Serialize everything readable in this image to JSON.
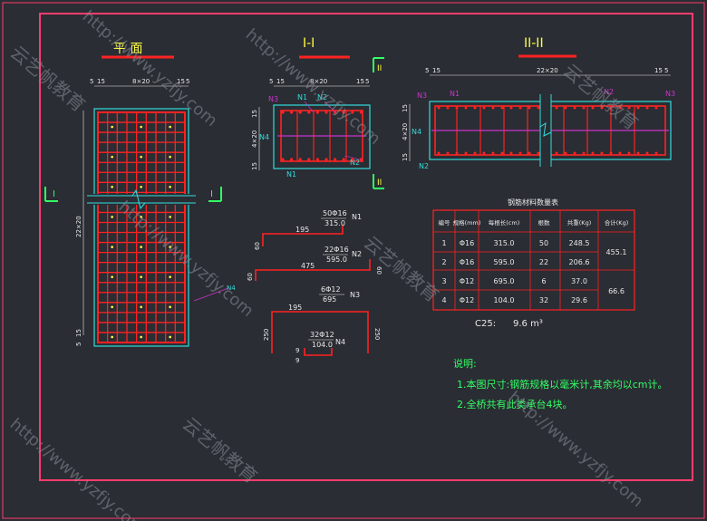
{
  "titles": {
    "plan": "平  面",
    "section1": "I-I",
    "section2": "II-II"
  },
  "section_marks": {
    "left": "I",
    "right": "I",
    "top": "II",
    "bottom": "II"
  },
  "plan_dims": {
    "top_a": "5",
    "top_b": "15",
    "top_mid": "8×20",
    "top_c": "15",
    "top_d": "5",
    "side_long": "22×20",
    "side_a": "5",
    "side_b": "15"
  },
  "sec1_dims": {
    "top_a": "5",
    "top_b": "15",
    "top_mid": "8×20",
    "top_c": "15",
    "top_d": "5",
    "side_a": "15",
    "side_mid": "4×20",
    "side_b": "15"
  },
  "sec2_dims": {
    "top_a": "5",
    "top_b": "15",
    "top_mid": "22×20",
    "top_c": "15",
    "top_d": "5",
    "side_a": "15",
    "side_mid": "4×20",
    "side_b": "15"
  },
  "labels": {
    "N1": "N1",
    "N2": "N2",
    "N3": "N3",
    "N4": "N4"
  },
  "bars": [
    {
      "spec": "50Φ16",
      "length": "315.0",
      "label": "N1",
      "dim_a": "195"
    },
    {
      "spec": "22Φ16",
      "length": "595.0",
      "label": "N2",
      "dim_a": "475",
      "hook": "60"
    },
    {
      "spec": "6Φ12",
      "length": "695",
      "label": "N3",
      "dim_a": "195",
      "hook": "250"
    },
    {
      "spec": "32Φ12",
      "length": "104.0",
      "label": "N4",
      "hook": "9"
    }
  ],
  "bar_hooks": {
    "n1_left": "60",
    "n2_left": "60",
    "n2_right": "60",
    "n3_left": "250",
    "n3_right": "250",
    "n4_a": "9",
    "n4_b": "9"
  },
  "table": {
    "title": "钢筋材料数量表",
    "headers": [
      "编号",
      "规格(mm)",
      "每根长(cm)",
      "根数",
      "共重(Kg)",
      "合计(Kg)"
    ],
    "rows": [
      [
        "1",
        "Φ16",
        "315.0",
        "50",
        "248.5"
      ],
      [
        "2",
        "Φ16",
        "595.0",
        "22",
        "206.6"
      ],
      [
        "3",
        "Φ12",
        "695.0",
        "6",
        "37.0"
      ],
      [
        "4",
        "Φ12",
        "104.0",
        "32",
        "29.6"
      ]
    ],
    "totals": [
      "455.1",
      "66.6"
    ],
    "concrete_label": "C25:",
    "concrete_value": "9.6 m³"
  },
  "notes": {
    "heading": "说明:",
    "items": [
      "1.本图尺寸:钢筋规格以毫米计,其余均以cm计。",
      "2.全桥共有此类承台4块。"
    ]
  },
  "watermark": {
    "url": "http://www.yzfjy.com",
    "brand": "云艺帆教育"
  },
  "colors": {
    "background": "#2a2d33",
    "frame": "#ff3c6e",
    "rebar": "#ff2222",
    "stirrup": "#cc33cc",
    "dim": "#e8e8e8",
    "title": "#ffff44",
    "cyan": "#33dddd",
    "text_green": "#33ff66",
    "watermark": "#8a8f99"
  }
}
